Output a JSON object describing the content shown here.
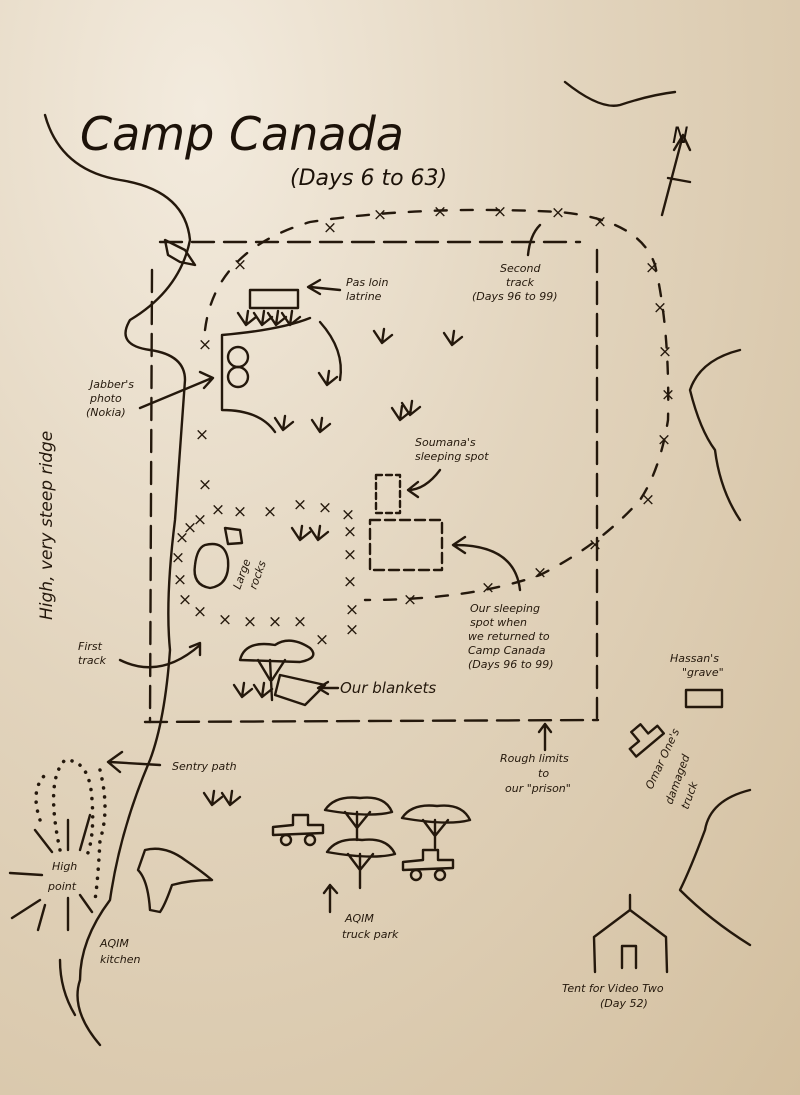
{
  "map": {
    "title": "Camp Canada",
    "subtitle": "(Days 6 to 63)",
    "north": "N",
    "labels": {
      "latrine": [
        "Pas loin",
        "latrine"
      ],
      "second_track": [
        "Second",
        "track",
        "(Days 96 to 99)"
      ],
      "jabber_photo": [
        "Jabber's",
        "photo",
        "(Nokia)"
      ],
      "soumana": [
        "Soumana's",
        "sleeping spot"
      ],
      "large_rocks": [
        "Large",
        "rocks"
      ],
      "our_sleeping_spot": [
        "Our sleeping",
        "spot when",
        "we returned to",
        "Camp Canada",
        "(Days 96 to 99)"
      ],
      "first_track": [
        "First",
        "track"
      ],
      "our_blankets": "Our blankets",
      "hassan_grave": [
        "Hassan's",
        "\"grave\""
      ],
      "rough_limits": [
        "Rough limits",
        "to",
        "our \"prison\""
      ],
      "damaged_truck": [
        "Omar One's",
        "damaged",
        "truck"
      ],
      "sentry_path": "Sentry path",
      "high_point": [
        "High",
        "point"
      ],
      "kitchen": [
        "AQIM",
        "kitchen"
      ],
      "truck_park": [
        "AQIM",
        "truck park"
      ],
      "tent": [
        "Tent for Video Two",
        "(Day 52)"
      ],
      "ridge": "High, very steep ridge"
    },
    "colors": {
      "paper": "#e2d4bd",
      "ink": "#24180c"
    }
  }
}
